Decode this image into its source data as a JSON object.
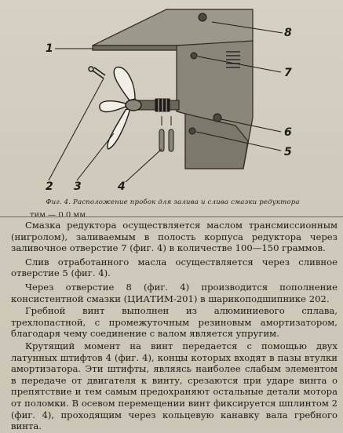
{
  "figure": {
    "callouts": [
      "1",
      "2",
      "3",
      "4",
      "5",
      "6",
      "7",
      "8"
    ]
  },
  "caption": "Фиг. 4. Расположение пробок для залива и слива смазки редуктора",
  "cut_text": "тим — 0,0 мм.",
  "paragraphs": [
    "Смазка редуктора осуществляется маслом трансмиссионным (нигролом), заливаемым в полость корпуса редуктора через заливочное отверстие 7 (фиг. 4) в количестве 100—150 граммов.",
    "Слив отработанного масла осуществляется через сливное отверстие 5 (фиг. 4).",
    "Через отверстие 8 (фиг. 4) производится пополнение консистентной смазки (ЦИАТИМ-201) в шарикоподшипнике 202.",
    "Гребной винт выполнен из алюминиевого сплава, трехлопастной, с промежуточным резиновым амортизатором, благодаря чему соединение с валом является упругим.",
    "Крутящий момент на винт передается с помощью двух латунных штифтов 4 (фиг. 4), концы которых входят в пазы втулки амортизатора. Эти штифты, являясь наиболее слабым элементом в передаче от двигателя к винту, срезаются при ударе винта о препятствие и тем самым предохраняют остальные детали мотора от поломки. В осевом перемещении винт фиксируется шплинтом 2 (фиг. 4), проходящим через кольцевую канавку вала гребного винта."
  ]
}
